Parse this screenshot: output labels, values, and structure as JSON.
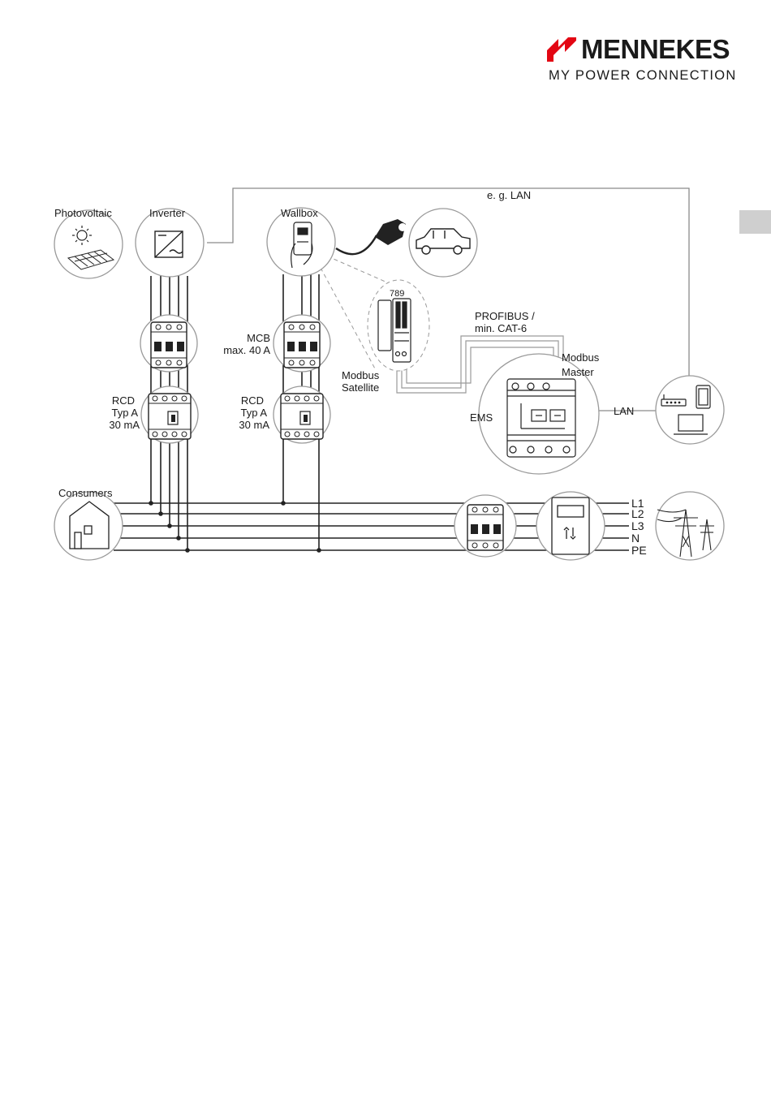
{
  "brand": {
    "name": "MENNEKES",
    "tagline": "MY POWER CONNECTION",
    "accent_color": "#e30613"
  },
  "diagram": {
    "labels": {
      "photovoltaic": "Photovoltaic",
      "inverter": "Inverter",
      "wallbox": "Wallbox",
      "lan_top": "e. g. LAN",
      "mcb_1": "MCB",
      "mcb_2": "max. 40 A",
      "rcd_left_1": "RCD",
      "rcd_left_2": "Typ A",
      "rcd_left_3": "30 mA",
      "rcd_mid_1": "RCD",
      "rcd_mid_2": "Typ A",
      "rcd_mid_3": "30 mA",
      "modbus_sat_1": "Modbus",
      "modbus_sat_2": "Satellite",
      "satellite_code": "789",
      "profibus_1": "PROFIBUS /",
      "profibus_2": "min. CAT-6",
      "modbus_master_1": "Modbus",
      "modbus_master_2": "Master",
      "ems": "EMS",
      "lan_right": "LAN",
      "consumers": "Consumers"
    },
    "bus_lines": [
      "L1",
      "L2",
      "L3",
      "N",
      "PE"
    ],
    "icons": [
      "sun-icon",
      "solar-panel-icon",
      "inverter-icon",
      "wallbox-icon",
      "charging-plug-icon",
      "car-icon",
      "modbus-satellite-icon",
      "mcb-icon",
      "rcd-icon",
      "ems-meter-icon",
      "router-icon",
      "smartphone-icon",
      "laptop-icon",
      "house-icon",
      "grid-breaker-icon",
      "electricity-meter-icon",
      "power-pylon-icon"
    ]
  }
}
